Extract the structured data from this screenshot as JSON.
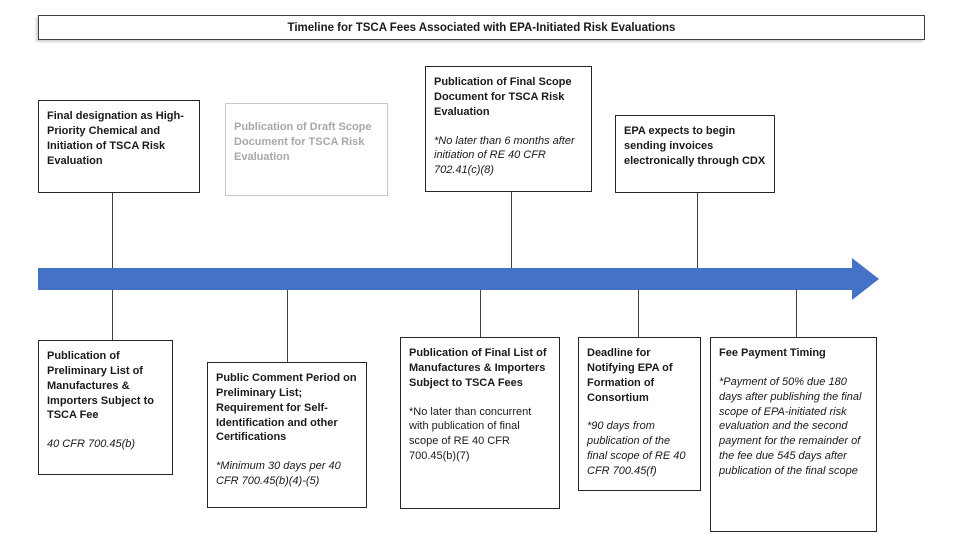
{
  "title": "Timeline for TSCA Fees Associated with EPA-Initiated Risk Evaluations",
  "colors": {
    "arrow_blue": "#4472C4",
    "box_border": "#262626",
    "inactive_gray": "#A8A8A8",
    "connector": "#404040"
  },
  "events_above": [
    {
      "heading": "Final designation as High-Priority Chemical and Initiation of TSCA Risk Evaluation",
      "note": ""
    },
    {
      "heading": "Publication of Draft Scope Document for TSCA Risk Evaluation",
      "note": "",
      "state": "inactive"
    },
    {
      "heading": "Publication of Final Scope Document for TSCA Risk Evaluation",
      "note": "*No later than 6 months after initiation of RE 40 CFR 702.41(c)(8)"
    },
    {
      "heading": "EPA expects to begin sending invoices electronically through CDX",
      "note": ""
    }
  ],
  "events_below": [
    {
      "heading": "Publication of Preliminary List of Manufactures & Importers Subject to TSCA Fee",
      "note": "40 CFR 700.45(b)"
    },
    {
      "heading": "Public Comment Period on Preliminary List; Requirement for Self-Identification and other Certifications",
      "note": "*Minimum 30 days per 40 CFR 700.45(b)(4)-(5)"
    },
    {
      "heading": "Publication of Final List of Manufactures & Importers Subject to TSCA Fees",
      "note": "*No later than concurrent with publication of final scope of RE 40 CFR 700.45(b)(7)"
    },
    {
      "heading": "Deadline for Notifying EPA of Formation of Consortium",
      "note": "*90 days from publication of the final scope of RE 40 CFR 700.45(f)"
    },
    {
      "heading": "Fee Payment Timing",
      "note": "*Payment of 50% due 180 days after publishing the final scope of EPA-initiated risk evaluation and the second payment for the remainder of the fee due 545 days after publication of the final scope"
    }
  ]
}
